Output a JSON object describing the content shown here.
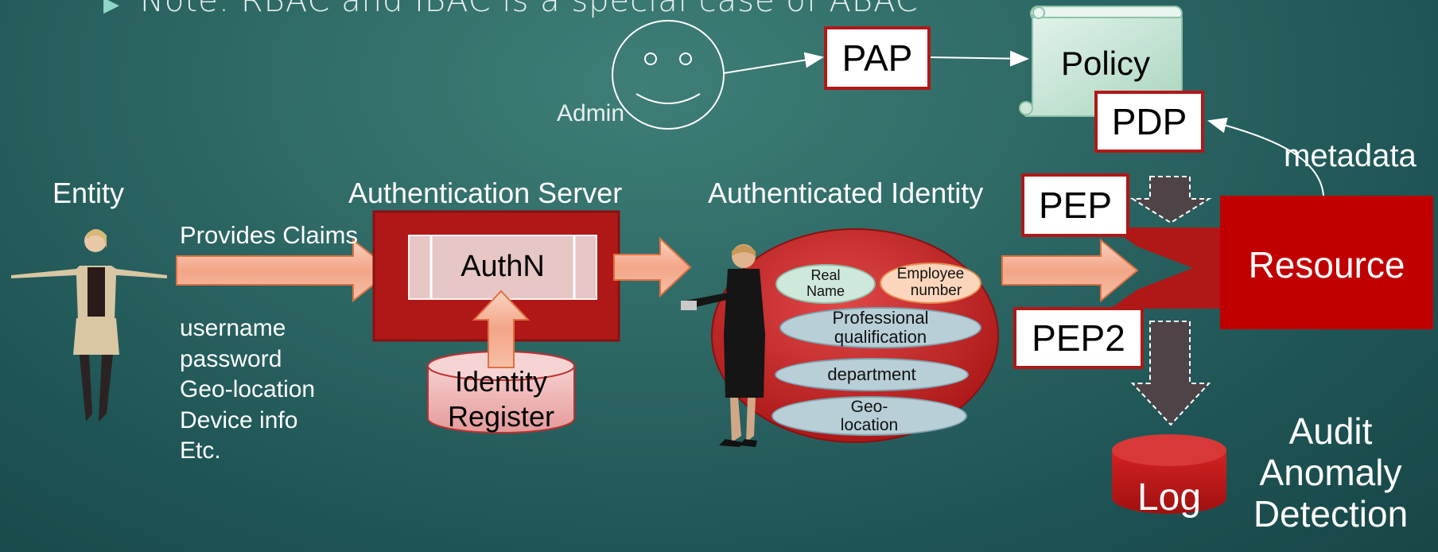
{
  "top_note": "Note: RBAC and IBAC is a special case of ABAC",
  "admin": {
    "label": "Admin"
  },
  "pap": "PAP",
  "policy": "Policy",
  "pdp": "PDP",
  "metadata": "metadata",
  "entity": {
    "title": "Entity",
    "provides_claims": "Provides Claims",
    "claims": [
      "username",
      "password",
      "Geo-location",
      "Device info",
      "Etc."
    ]
  },
  "auth_server": {
    "title": "Authentication Server",
    "authn": "AuthN",
    "identity_register_line1": "Identity",
    "identity_register_line2": "Register"
  },
  "authenticated_identity": {
    "title": "Authenticated Identity",
    "attributes": {
      "real_name_line1": "Real",
      "real_name_line2": "Name",
      "employee_number_line1": "Employee",
      "employee_number_line2": "number",
      "prof_qual_line1": "Professional",
      "prof_qual_line2": "qualification",
      "department": "department",
      "geo_location_line1": "Geo-",
      "geo_location_line2": "location"
    }
  },
  "pep": "PEP",
  "pep2": "PEP2",
  "resource": "Resource",
  "log": "Log",
  "audit_line1": "Audit",
  "audit_line2": "Anomaly",
  "audit_line3": "Detection",
  "colors": {
    "dark_red": "#b01818",
    "resource_red": "#c00000",
    "arrow_fill": "#f4a98a",
    "arrow_stroke": "#e07040",
    "ellipse_blue": "#b8cfd8",
    "policy_green": "#cfe8dc"
  }
}
